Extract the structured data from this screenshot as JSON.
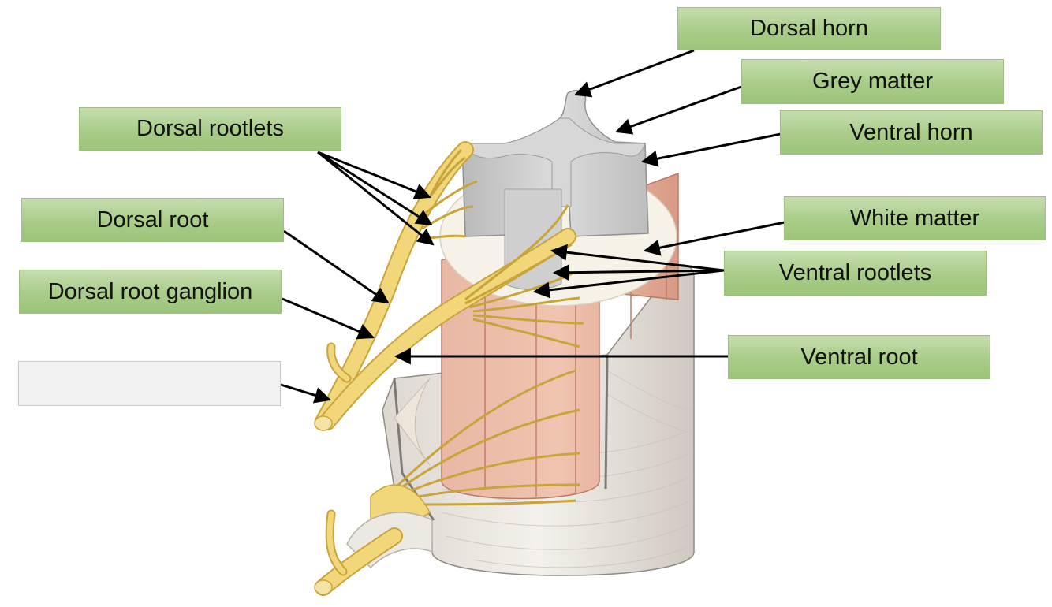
{
  "labels": {
    "dorsal_horn": "Dorsal horn",
    "grey_matter": "Grey matter",
    "ventral_horn": "Ventral horn",
    "dorsal_rootlets": "Dorsal rootlets",
    "white_matter": "White matter",
    "dorsal_root": "Dorsal root",
    "ventral_rootlets": "Ventral rootlets",
    "dorsal_root_ganglion": "Dorsal root ganglion",
    "ventral_root": "Ventral root",
    "blank_answer": ""
  },
  "colors": {
    "label_fill": "#a9cc88",
    "blank_fill": "#f2f2f2",
    "nerve": "#f2d67a",
    "nerve_outline": "#c9a43a",
    "grey_matter": "#cfcfcf",
    "white_matter": "#f6f2e8",
    "tract": "#e3aa95",
    "pia": "#e9e4dc",
    "arrow": "#000000"
  },
  "icons": {
    "illustration": "spinal-cord-cross-section-illustration"
  }
}
